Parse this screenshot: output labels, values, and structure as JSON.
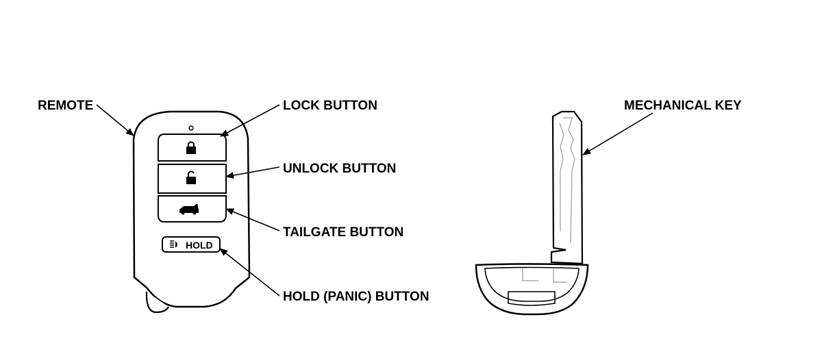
{
  "labels": {
    "remote": "REMOTE",
    "lock_button": "LOCK BUTTON",
    "unlock_button": "UNLOCK BUTTON",
    "tailgate_button": "TAILGATE BUTTON",
    "hold_button": "HOLD (PANIC) BUTTON",
    "mechanical_key": "MECHANICAL KEY"
  },
  "remote": {
    "hold_text": "HOLD"
  },
  "colors": {
    "line": "#000000",
    "fill": "#ffffff",
    "inner_line": "#9a9a9a"
  }
}
